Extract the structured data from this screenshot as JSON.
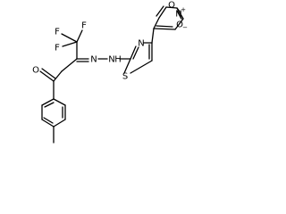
{
  "molecule": {
    "atoms": [
      {
        "id": "f1",
        "label": "F"
      },
      {
        "id": "f2",
        "label": "F"
      },
      {
        "id": "f3",
        "label": "F"
      },
      {
        "id": "o-carbonyl",
        "label": "O"
      },
      {
        "id": "n-imine",
        "label": "N"
      },
      {
        "id": "nh",
        "label": "N"
      },
      {
        "id": "h-nh",
        "label": "H"
      },
      {
        "id": "s-thiazole",
        "label": "S"
      },
      {
        "id": "n-thiazole",
        "label": "N"
      },
      {
        "id": "n-nitro",
        "label": "N"
      },
      {
        "id": "n-nitro-charge",
        "label": "+"
      },
      {
        "id": "o-nitro-1",
        "label": "O"
      },
      {
        "id": "o-nitro-2",
        "label": "O"
      },
      {
        "id": "o-nitro-charge",
        "label": "−"
      }
    ]
  }
}
